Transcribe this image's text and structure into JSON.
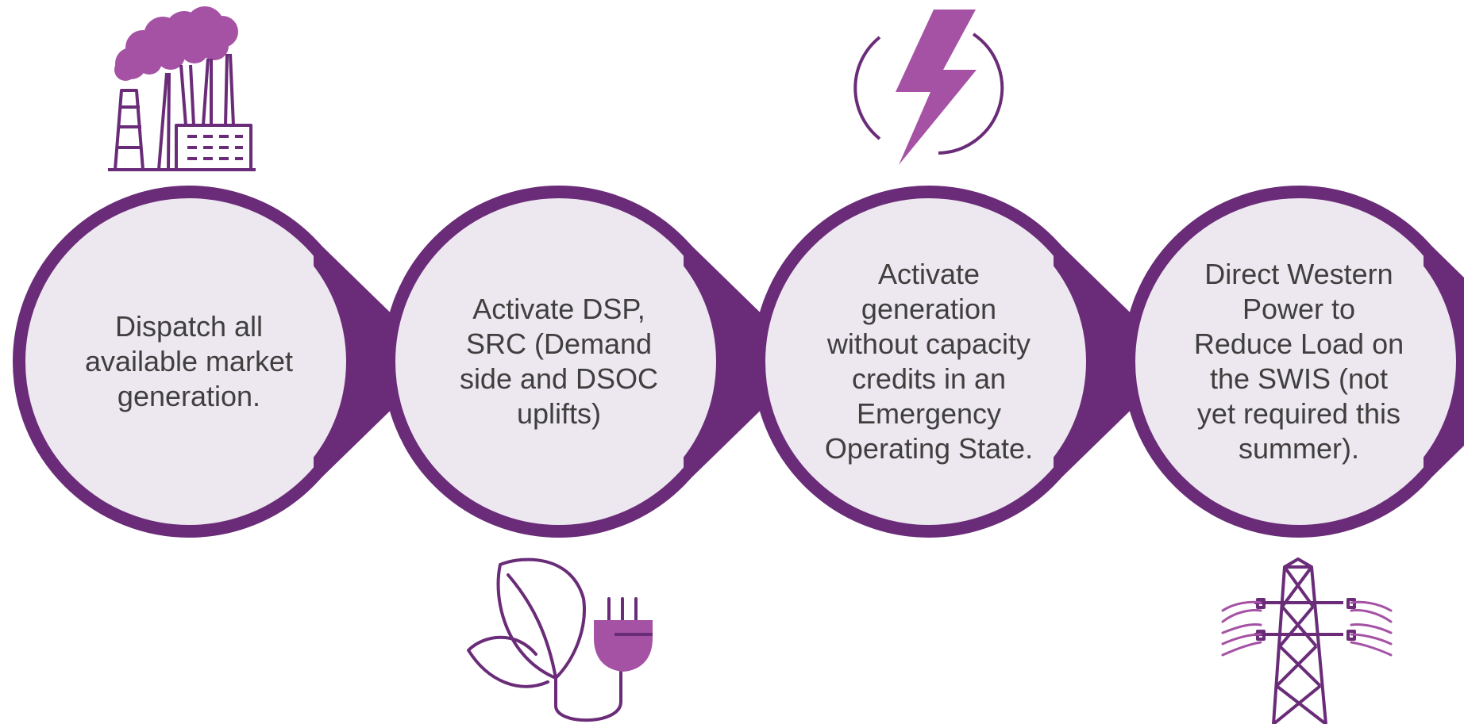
{
  "colors": {
    "ring": "#6a2c78",
    "fill": "#ede7ef",
    "icon_dark": "#6a2c78",
    "icon_light": "#a552a5",
    "text": "#3f3f3f"
  },
  "steps": [
    {
      "label": "Dispatch all\navailable market\ngeneration.",
      "icon": "factory-icon"
    },
    {
      "label": "Activate DSP,\nSRC  (Demand\nside and DSOC\nuplifts)",
      "icon": "leaf-plug-icon"
    },
    {
      "label": "Activate\ngeneration\nwithout capacity\ncredits in an\nEmergency\nOperating State.",
      "icon": "lightning-icon"
    },
    {
      "label": "Direct Western\nPower to\nReduce Load on\nthe SWIS (not\nyet required this\nsummer).",
      "icon": "transmission-tower-icon"
    }
  ]
}
